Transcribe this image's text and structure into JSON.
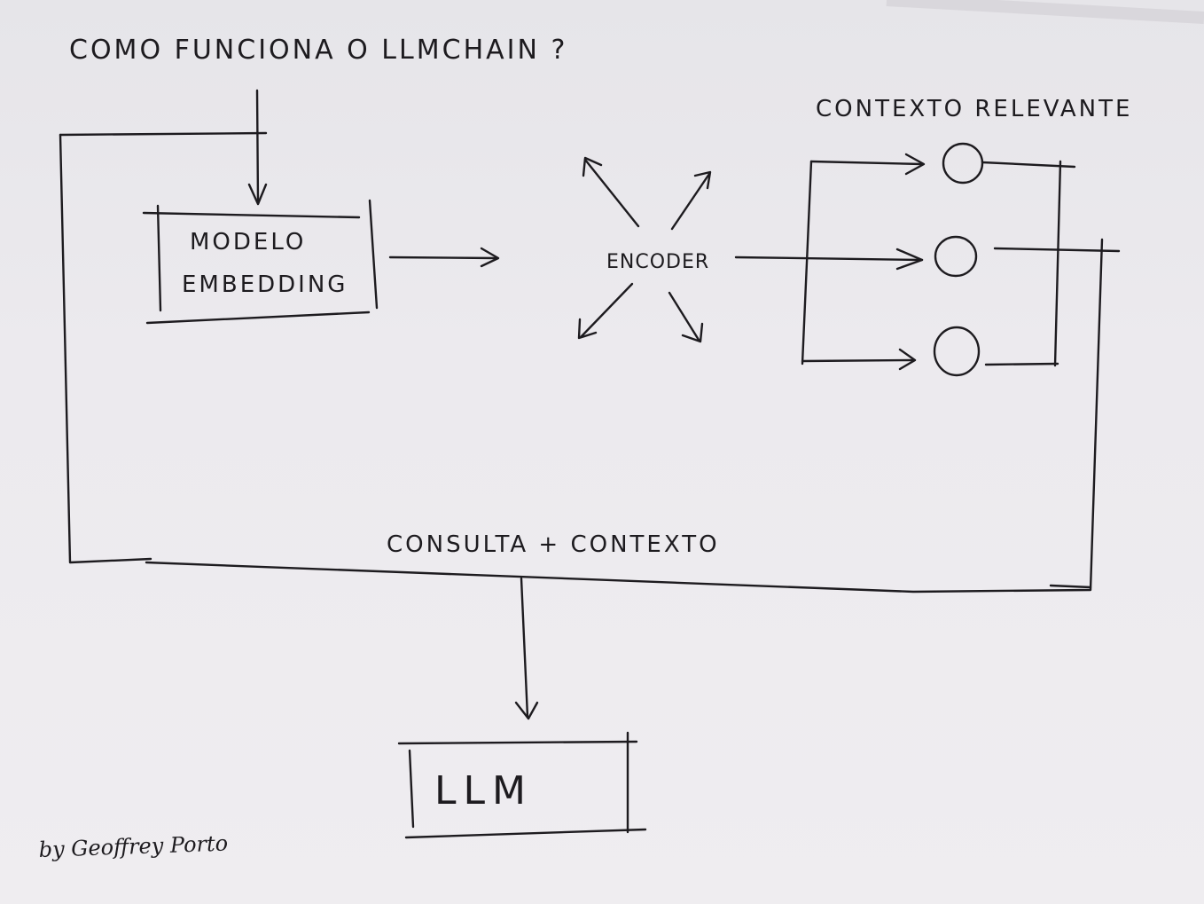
{
  "diagram": {
    "title": "COMO FUNCIONA O LLMCHAIN ?",
    "nodes": {
      "embedding_model": {
        "line1": "MODELO",
        "line2": "EMBEDDING"
      },
      "encoder": "ENCODER",
      "relevant_context_label": "CONTEXTO RELEVANTE",
      "query_context_label": "CONSULTA + CONTEXTO",
      "llm": "LLM"
    },
    "signature": "by Geoffrey Porto",
    "ink_color": "#1d1b1f",
    "paper_color": "#eceaee"
  }
}
